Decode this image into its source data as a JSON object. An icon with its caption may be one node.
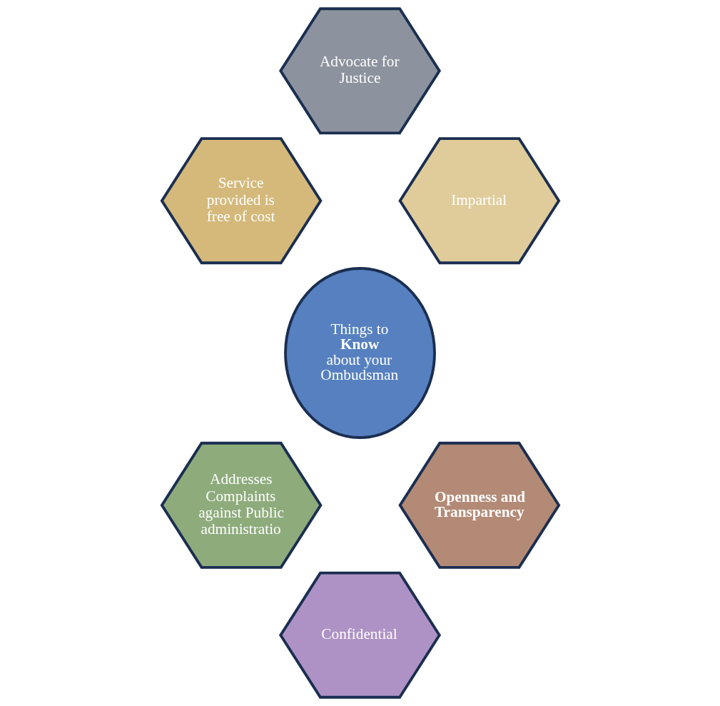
{
  "diagram": {
    "nodes": [
      {
        "text": [
          "Advocate for Justice"
        ]
      },
      {
        "text": [
          "Service provided is free of cost"
        ]
      },
      {
        "text": [
          "Impartial"
        ]
      },
      {
        "text": [
          "Things to **Know** about your Ombudsman"
        ]
      },
      {
        "text": [
          "Addresses Complaints against Public administratio"
        ]
      },
      {
        "text": [
          "Openness and Transparency"
        ]
      },
      {
        "text": [
          "Confidential"
        ]
      }
    ],
    "edges": []
  }
}
